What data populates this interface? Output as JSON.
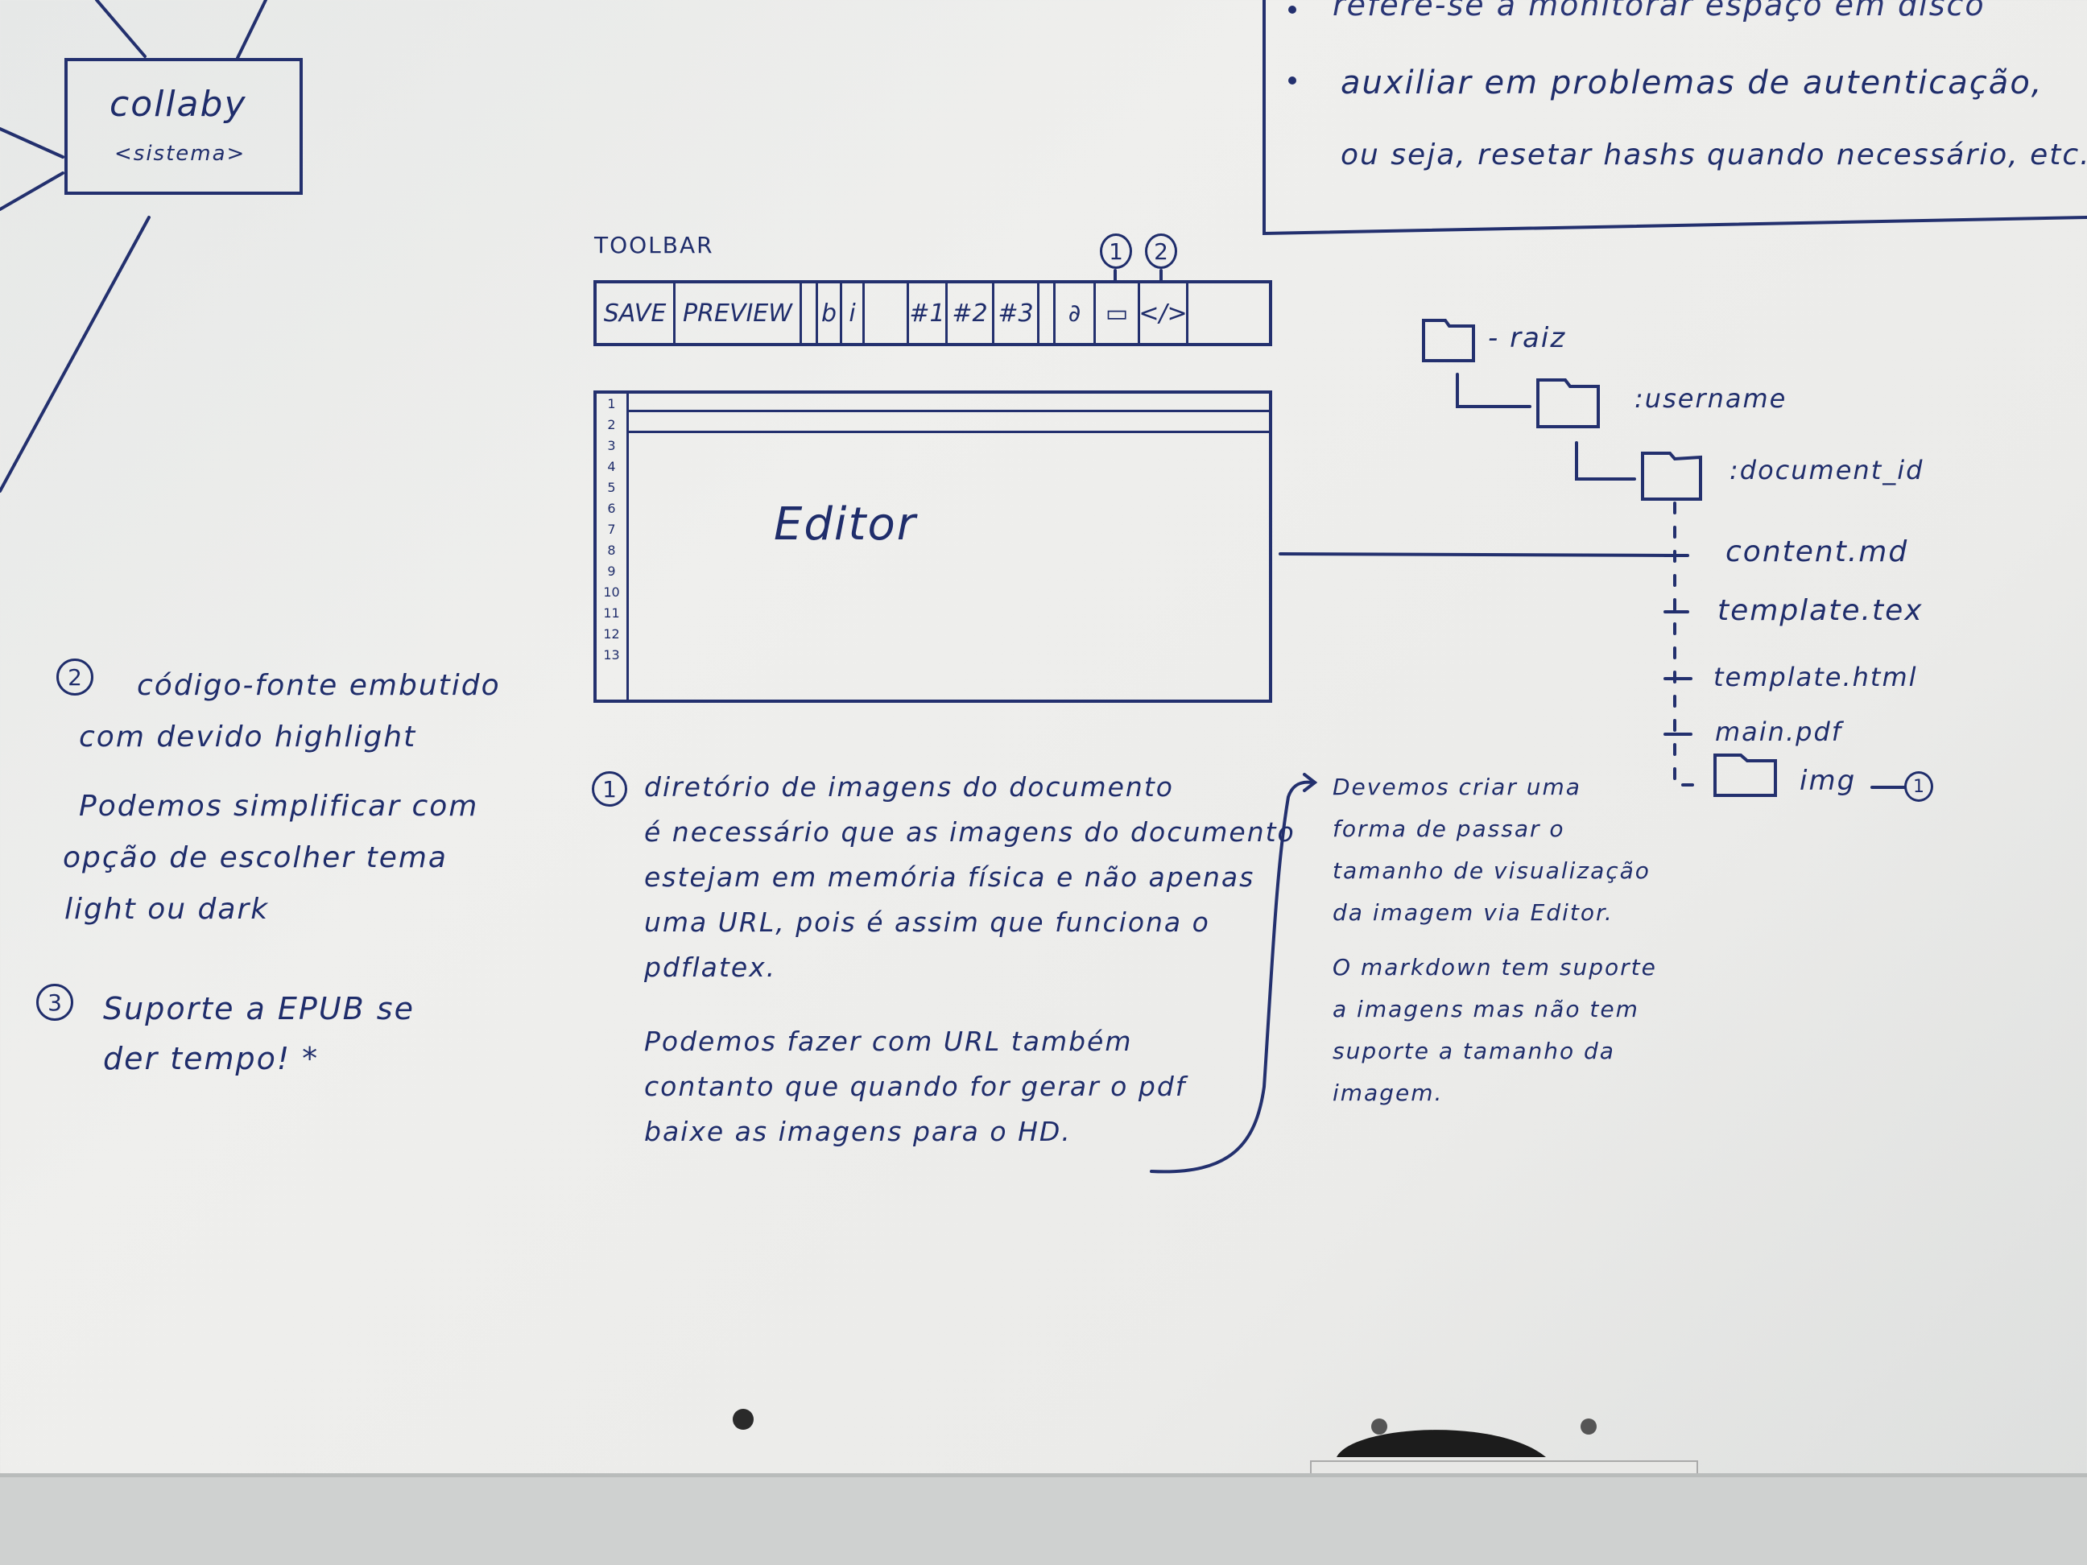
{
  "top_box": {
    "title": "collaby",
    "subtitle": "<sistema>"
  },
  "top_right_notes": {
    "bullet1": "refere-se a monitorar espaço em disco",
    "bullet2_line1": "auxiliar em problemas de autenticação,",
    "bullet2_line2": "ou seja, resetar hashs quando necessário, etc."
  },
  "toolbar": {
    "label": "TOOLBAR",
    "marker1": "1",
    "marker2": "2",
    "buttons": [
      "SAVE",
      "PREVIEW",
      "",
      "b",
      "i",
      "",
      "#1",
      "#2",
      "#3",
      "",
      "∂",
      "▭",
      "</>",
      ""
    ]
  },
  "editor": {
    "label": "Editor",
    "line_numbers": [
      "1",
      "2",
      "3",
      "4",
      "5",
      "6",
      "7",
      "8",
      "9",
      "10",
      "11",
      "12",
      "13"
    ]
  },
  "tree": {
    "root": "- raiz",
    "username": ":username",
    "document_id": ":document_id",
    "files": [
      "content.md",
      "template.tex",
      "template.html",
      "main.pdf"
    ],
    "img": "img",
    "img_marker": "1"
  },
  "note_left": {
    "marker": "2",
    "line1": "código-fonte embutido",
    "line2": "com devido highlight",
    "line3": "Podemos simplificar com",
    "line4": "opção de escolher tema",
    "line5": "light ou dark"
  },
  "note_left_3": {
    "marker": "3",
    "line1": "Suporte a EPUB se",
    "line2": "der tempo! *"
  },
  "note_center": {
    "marker": "1",
    "line1": "diretório de imagens do documento",
    "line2": "é necessário que as imagens do documento",
    "line3": "estejam em memória física e não apenas",
    "line4": "uma URL, pois é assim que funciona o",
    "line5": "pdflatex.",
    "line6": "Podemos fazer com URL também",
    "line7": "contanto que quando for gerar o pdf",
    "line8": "baixe as imagens para o HD."
  },
  "note_right": {
    "line1": "Devemos criar uma",
    "line2": "forma de passar o",
    "line3": "tamanho de visualização",
    "line4": "da imagem via Editor.",
    "line5": "O markdown tem suporte",
    "line6": "a imagens mas não tem",
    "line7": "suporte a tamanho da",
    "line8": "imagem."
  },
  "colors": {
    "marker_ink": "#1f2d6b",
    "board": "#ececea"
  }
}
